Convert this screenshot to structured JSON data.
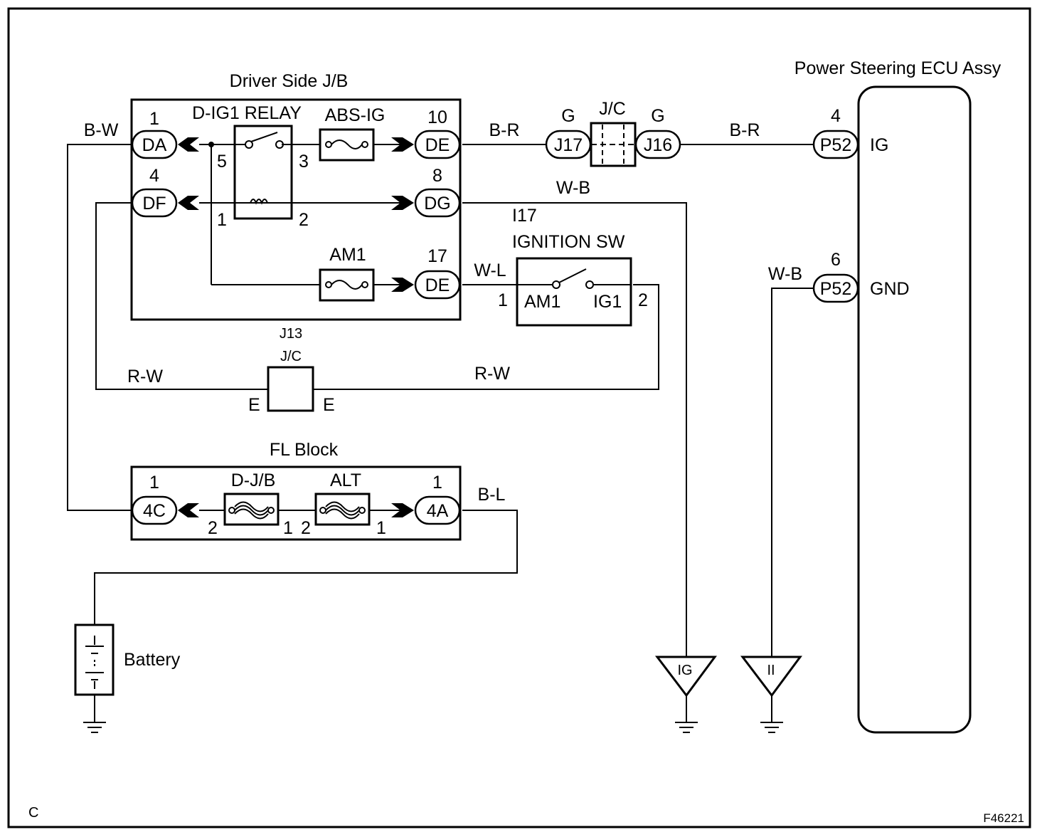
{
  "blocks": {
    "driver_jb": "Driver Side J/B",
    "fl_block": "FL Block",
    "ecu": "Power Steering ECU Assy",
    "ign_sw_code": "I17",
    "ign_sw": "IGNITION SW",
    "j13_code": "J13",
    "j13_jc": "J/C",
    "jc_top": "J/C",
    "battery": "Battery"
  },
  "components": {
    "relay": "D-IG1 RELAY",
    "abs_fuse": "ABS-IG",
    "am1_fuse": "AM1",
    "djb_fuse": "D-J/B",
    "alt_fuse": "ALT",
    "ign_am1": "AM1",
    "ign_ig1": "IG1",
    "ecu_ig": "IG",
    "ecu_gnd": "GND"
  },
  "connectors": {
    "da": "DA",
    "df": "DF",
    "de1": "DE",
    "dg": "DG",
    "de2": "DE",
    "j17": "J17",
    "j16": "J16",
    "p52a": "P52",
    "p52b": "P52",
    "c4c": "4C",
    "c4a": "4A"
  },
  "pins": {
    "da": "1",
    "df": "4",
    "de1": "10",
    "dg": "8",
    "de2": "17",
    "relay5": "5",
    "relay3": "3",
    "relay1": "1",
    "relay2": "2",
    "ign1": "1",
    "ign2": "2",
    "p52a": "4",
    "p52b": "6",
    "c4c": "1",
    "c4a": "1",
    "djb2": "2",
    "djb1": "1",
    "alt2": "2",
    "alt1": "1",
    "j13_e1": "E",
    "j13_e2": "E"
  },
  "wires": {
    "bw": "B-W",
    "br1": "B-R",
    "g1": "G",
    "g2": "G",
    "br2": "B-R",
    "wb1": "W-B",
    "wl": "W-L",
    "rw1": "R-W",
    "rw2": "R-W",
    "wb2": "W-B",
    "bl": "B-L"
  },
  "grounds": {
    "ig": "IG",
    "ii": "II"
  },
  "corner": {
    "left": "C",
    "right": "F46221"
  }
}
